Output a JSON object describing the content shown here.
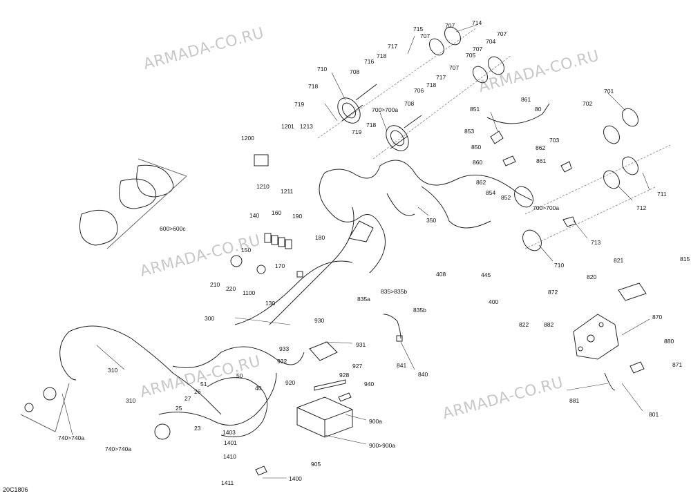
{
  "diagram_code": "20C1806",
  "watermark": "ARMADA-CO.RU",
  "labels": [
    {
      "text": "714"
    },
    {
      "text": "707"
    },
    {
      "text": "715"
    },
    {
      "text": "707"
    },
    {
      "text": "704"
    },
    {
      "text": "707"
    },
    {
      "text": "717"
    },
    {
      "text": "707"
    },
    {
      "text": "705"
    },
    {
      "text": "716"
    },
    {
      "text": "718"
    },
    {
      "text": "710"
    },
    {
      "text": "708"
    },
    {
      "text": "707"
    },
    {
      "text": "717"
    },
    {
      "text": "718"
    },
    {
      "text": "718"
    },
    {
      "text": "706"
    },
    {
      "text": "719"
    },
    {
      "text": "700>700a"
    },
    {
      "text": "708"
    },
    {
      "text": "851"
    },
    {
      "text": "861"
    },
    {
      "text": "80"
    },
    {
      "text": "701"
    },
    {
      "text": "702"
    },
    {
      "text": "719"
    },
    {
      "text": "718"
    },
    {
      "text": "1201"
    },
    {
      "text": "1213"
    },
    {
      "text": "1200"
    },
    {
      "text": "853"
    },
    {
      "text": "850"
    },
    {
      "text": "862"
    },
    {
      "text": "703"
    },
    {
      "text": "861"
    },
    {
      "text": "860"
    },
    {
      "text": "862"
    },
    {
      "text": "854"
    },
    {
      "text": "852"
    },
    {
      "text": "700>700a"
    },
    {
      "text": "711"
    },
    {
      "text": "712"
    },
    {
      "text": "1210"
    },
    {
      "text": "1211"
    },
    {
      "text": "713"
    },
    {
      "text": "600>600c"
    },
    {
      "text": "140"
    },
    {
      "text": "160"
    },
    {
      "text": "190"
    },
    {
      "text": "180"
    },
    {
      "text": "150"
    },
    {
      "text": "170"
    },
    {
      "text": "350"
    },
    {
      "text": "710"
    },
    {
      "text": "821"
    },
    {
      "text": "815"
    },
    {
      "text": "210"
    },
    {
      "text": "220"
    },
    {
      "text": "1100"
    },
    {
      "text": "408"
    },
    {
      "text": "445"
    },
    {
      "text": "130"
    },
    {
      "text": "835>835b"
    },
    {
      "text": "835a"
    },
    {
      "text": "835b"
    },
    {
      "text": "400"
    },
    {
      "text": "820"
    },
    {
      "text": "872"
    },
    {
      "text": "870"
    },
    {
      "text": "300"
    },
    {
      "text": "930"
    },
    {
      "text": "931"
    },
    {
      "text": "822"
    },
    {
      "text": "882"
    },
    {
      "text": "933"
    },
    {
      "text": "932"
    },
    {
      "text": "927"
    },
    {
      "text": "841"
    },
    {
      "text": "840"
    },
    {
      "text": "880"
    },
    {
      "text": "310"
    },
    {
      "text": "928"
    },
    {
      "text": "871"
    },
    {
      "text": "51"
    },
    {
      "text": "50"
    },
    {
      "text": "920"
    },
    {
      "text": "940"
    },
    {
      "text": "26"
    },
    {
      "text": "40"
    },
    {
      "text": "27"
    },
    {
      "text": "310"
    },
    {
      "text": "25"
    },
    {
      "text": "881"
    },
    {
      "text": "801"
    },
    {
      "text": "900a"
    },
    {
      "text": "23"
    },
    {
      "text": "1403"
    },
    {
      "text": "740>740a"
    },
    {
      "text": "1401"
    },
    {
      "text": "740>740a"
    },
    {
      "text": "900>900a"
    },
    {
      "text": "1410"
    },
    {
      "text": "905"
    },
    {
      "text": "1400"
    },
    {
      "text": "1411"
    }
  ]
}
